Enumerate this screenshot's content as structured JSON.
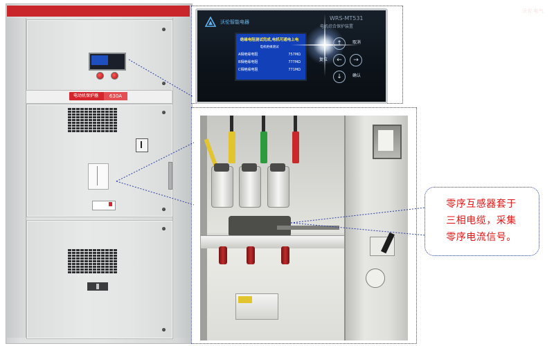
{
  "cabinet": {
    "top_strip_text": "沃伦电气",
    "badge_name": "电动机保护器",
    "badge_rating": "630A"
  },
  "relay": {
    "brand": "沃伦智能电器",
    "model": "WRS-MT531",
    "name": "电机综合保护装置",
    "lcd_title": "绝缘电阻测试完成,电机可通电上电",
    "lcd_subtitle": "电机绝缘测试",
    "rows": [
      {
        "label": "A相绝缘电阻",
        "value": "757MΩ"
      },
      {
        "label": "B相绝缘电阻",
        "value": "777MΩ"
      },
      {
        "label": "C相绝缘电阻",
        "value": "771MΩ"
      }
    ],
    "keys": {
      "up": "↑",
      "down": "↓",
      "left": "←",
      "right": "→",
      "cancel": "取消",
      "confirm": "确认",
      "reset": "复位"
    }
  },
  "callout": {
    "lines": [
      "零序互感器套于",
      "三相电缆，采集",
      "零序电流信号。"
    ],
    "text_color": "#e01616",
    "border_color": "#2b3da6"
  }
}
